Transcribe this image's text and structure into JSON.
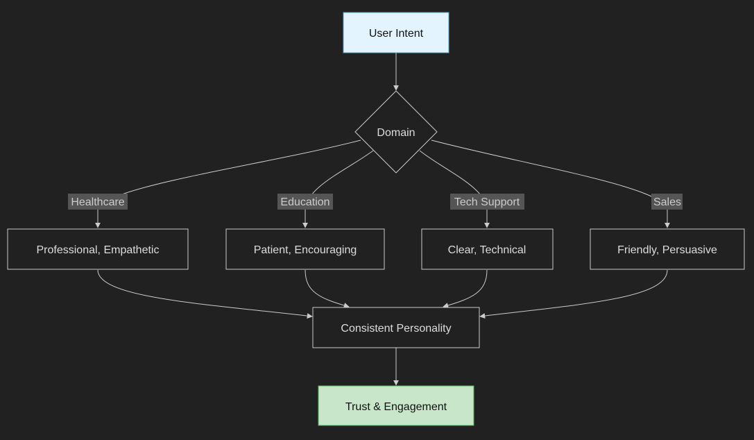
{
  "colors": {
    "background": "#212121",
    "node_border": "#cccccc",
    "node_text": "#dddddd",
    "edge": "#cccccc",
    "edge_label_bg": "#555555",
    "edge_label_text": "#cccccc",
    "start_fill": "#e3f4fe",
    "start_border": "#5ba3c9",
    "start_text": "#111111",
    "end_fill": "#c8e6c9",
    "end_border": "#4caf50",
    "end_text": "#111111"
  },
  "nodes": {
    "user_intent": "User Intent",
    "domain": "Domain",
    "professional_empathetic": "Professional, Empathetic",
    "patient_encouraging": "Patient, Encouraging",
    "clear_technical": "Clear, Technical",
    "friendly_persuasive": "Friendly, Persuasive",
    "consistent_personality": "Consistent Personality",
    "trust_engagement": "Trust & Engagement"
  },
  "edge_labels": {
    "healthcare": "Healthcare",
    "education": "Education",
    "tech_support": "Tech Support",
    "sales": "Sales"
  }
}
